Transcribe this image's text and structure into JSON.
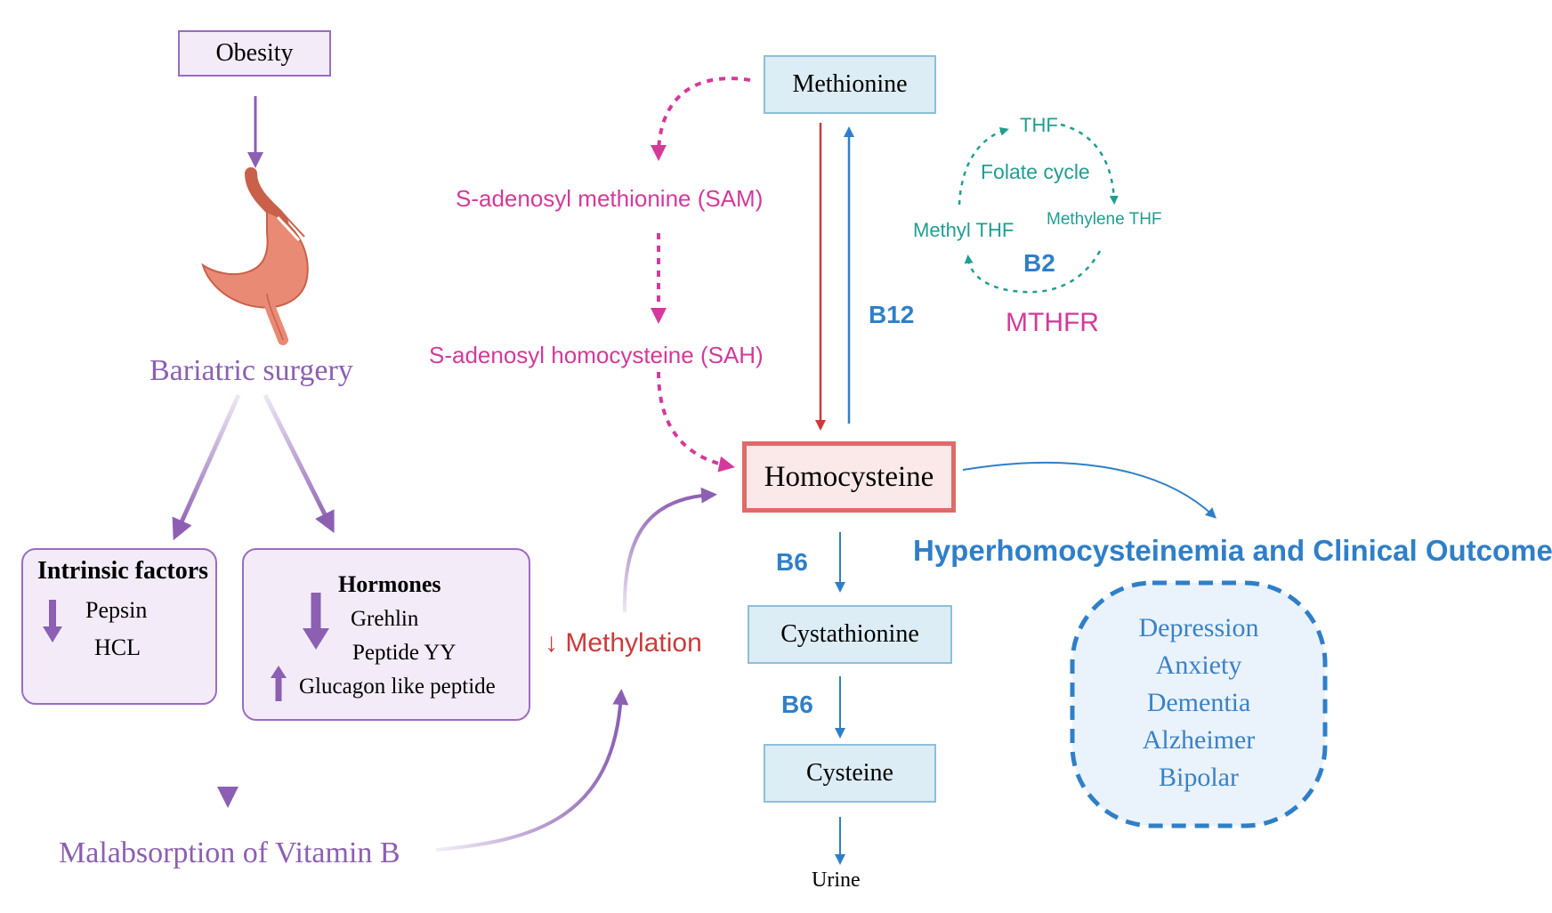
{
  "left": {
    "obesity": "Obesity",
    "bariatric": "Bariatric surgery",
    "intrinsic": {
      "title": "Intrinsic factors",
      "items": [
        "Pepsin",
        "HCL"
      ]
    },
    "hormones": {
      "title": "Hormones",
      "down_items": [
        "Grehlin",
        "Peptide YY"
      ],
      "up_items": [
        "Glucagon like peptide"
      ]
    },
    "malabsorption": "Malabsorption of Vitamin B",
    "methylation": "Methylation",
    "methylation_arrow": "↓"
  },
  "cycle": {
    "methionine": "Methionine",
    "sam": "S-adenosyl methionine (SAM)",
    "sah": "S-adenosyl  homocysteine  (SAH)",
    "homocysteine": "Homocysteine",
    "b12": "B12"
  },
  "folate": {
    "thf": "THF",
    "label": "Folate cycle",
    "methyl": "Methyl THF",
    "methylene": "Methylene THF",
    "b2": "B2",
    "mthfr": "MTHFR"
  },
  "trans": {
    "b6_first": "B6",
    "cystathionine": "Cystathionine",
    "b6_second": "B6",
    "cysteine": "Cysteine",
    "urine": "Urine"
  },
  "outcomes": {
    "title": "Hyperhomocysteinemia and Clinical Outcomes",
    "items": [
      "Depression",
      "Anxiety",
      "Dementia",
      "Alzheimer",
      "Bipolar"
    ]
  },
  "colors": {
    "purple": "#8c5fb3",
    "magenta": "#d33a9a",
    "teal": "#1f9e92",
    "blue": "#2f7fc8",
    "red": "#cc3a3a",
    "homocysteine_border": "#e06a6a"
  }
}
